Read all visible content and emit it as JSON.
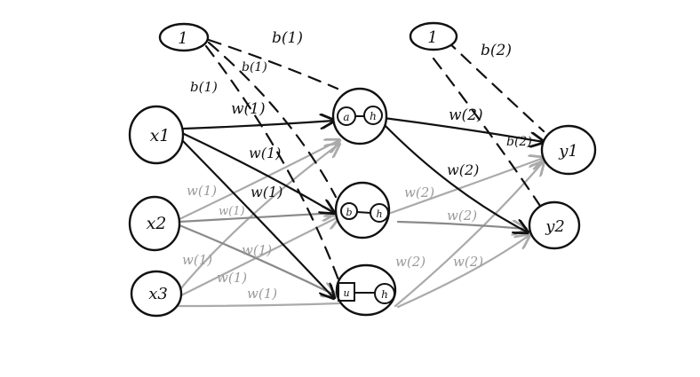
{
  "colors": {
    "ink": "#111111",
    "gray": "#aaaaaa",
    "midgray": "#8a8a8a",
    "background": "#ffffff"
  },
  "nodes": {
    "bias_input": "1",
    "bias_hidden": "1",
    "x1": "x1",
    "x2": "x2",
    "x3": "x3",
    "h1_in": "a",
    "h1_out": "h",
    "h2_in": "b",
    "h2_out": "h",
    "h3_in": "u",
    "h3_out": "h",
    "y1": "y1",
    "y2": "y2"
  },
  "labels": {
    "b1_1": "b(1)",
    "b1_2": "b(1)",
    "b1_3": "b(1)",
    "w1_11": "w(1)",
    "w1_21": "w(1)",
    "w1_31": "w(1)",
    "w1_12": "w(1)",
    "w1_22": "w(1)",
    "w1_13": "w(1)",
    "w1_23": "w(1)",
    "w1_33": "w(1)",
    "w1_32": "w(1)",
    "b2": "b(2)",
    "b2_2": "b(2)",
    "w2_11": "w(2)",
    "w2_21": "w(2)",
    "w2_12": "w(2)",
    "w2_22": "w(2)",
    "w2_13": "w(2)",
    "w2_23": "w(2)"
  }
}
